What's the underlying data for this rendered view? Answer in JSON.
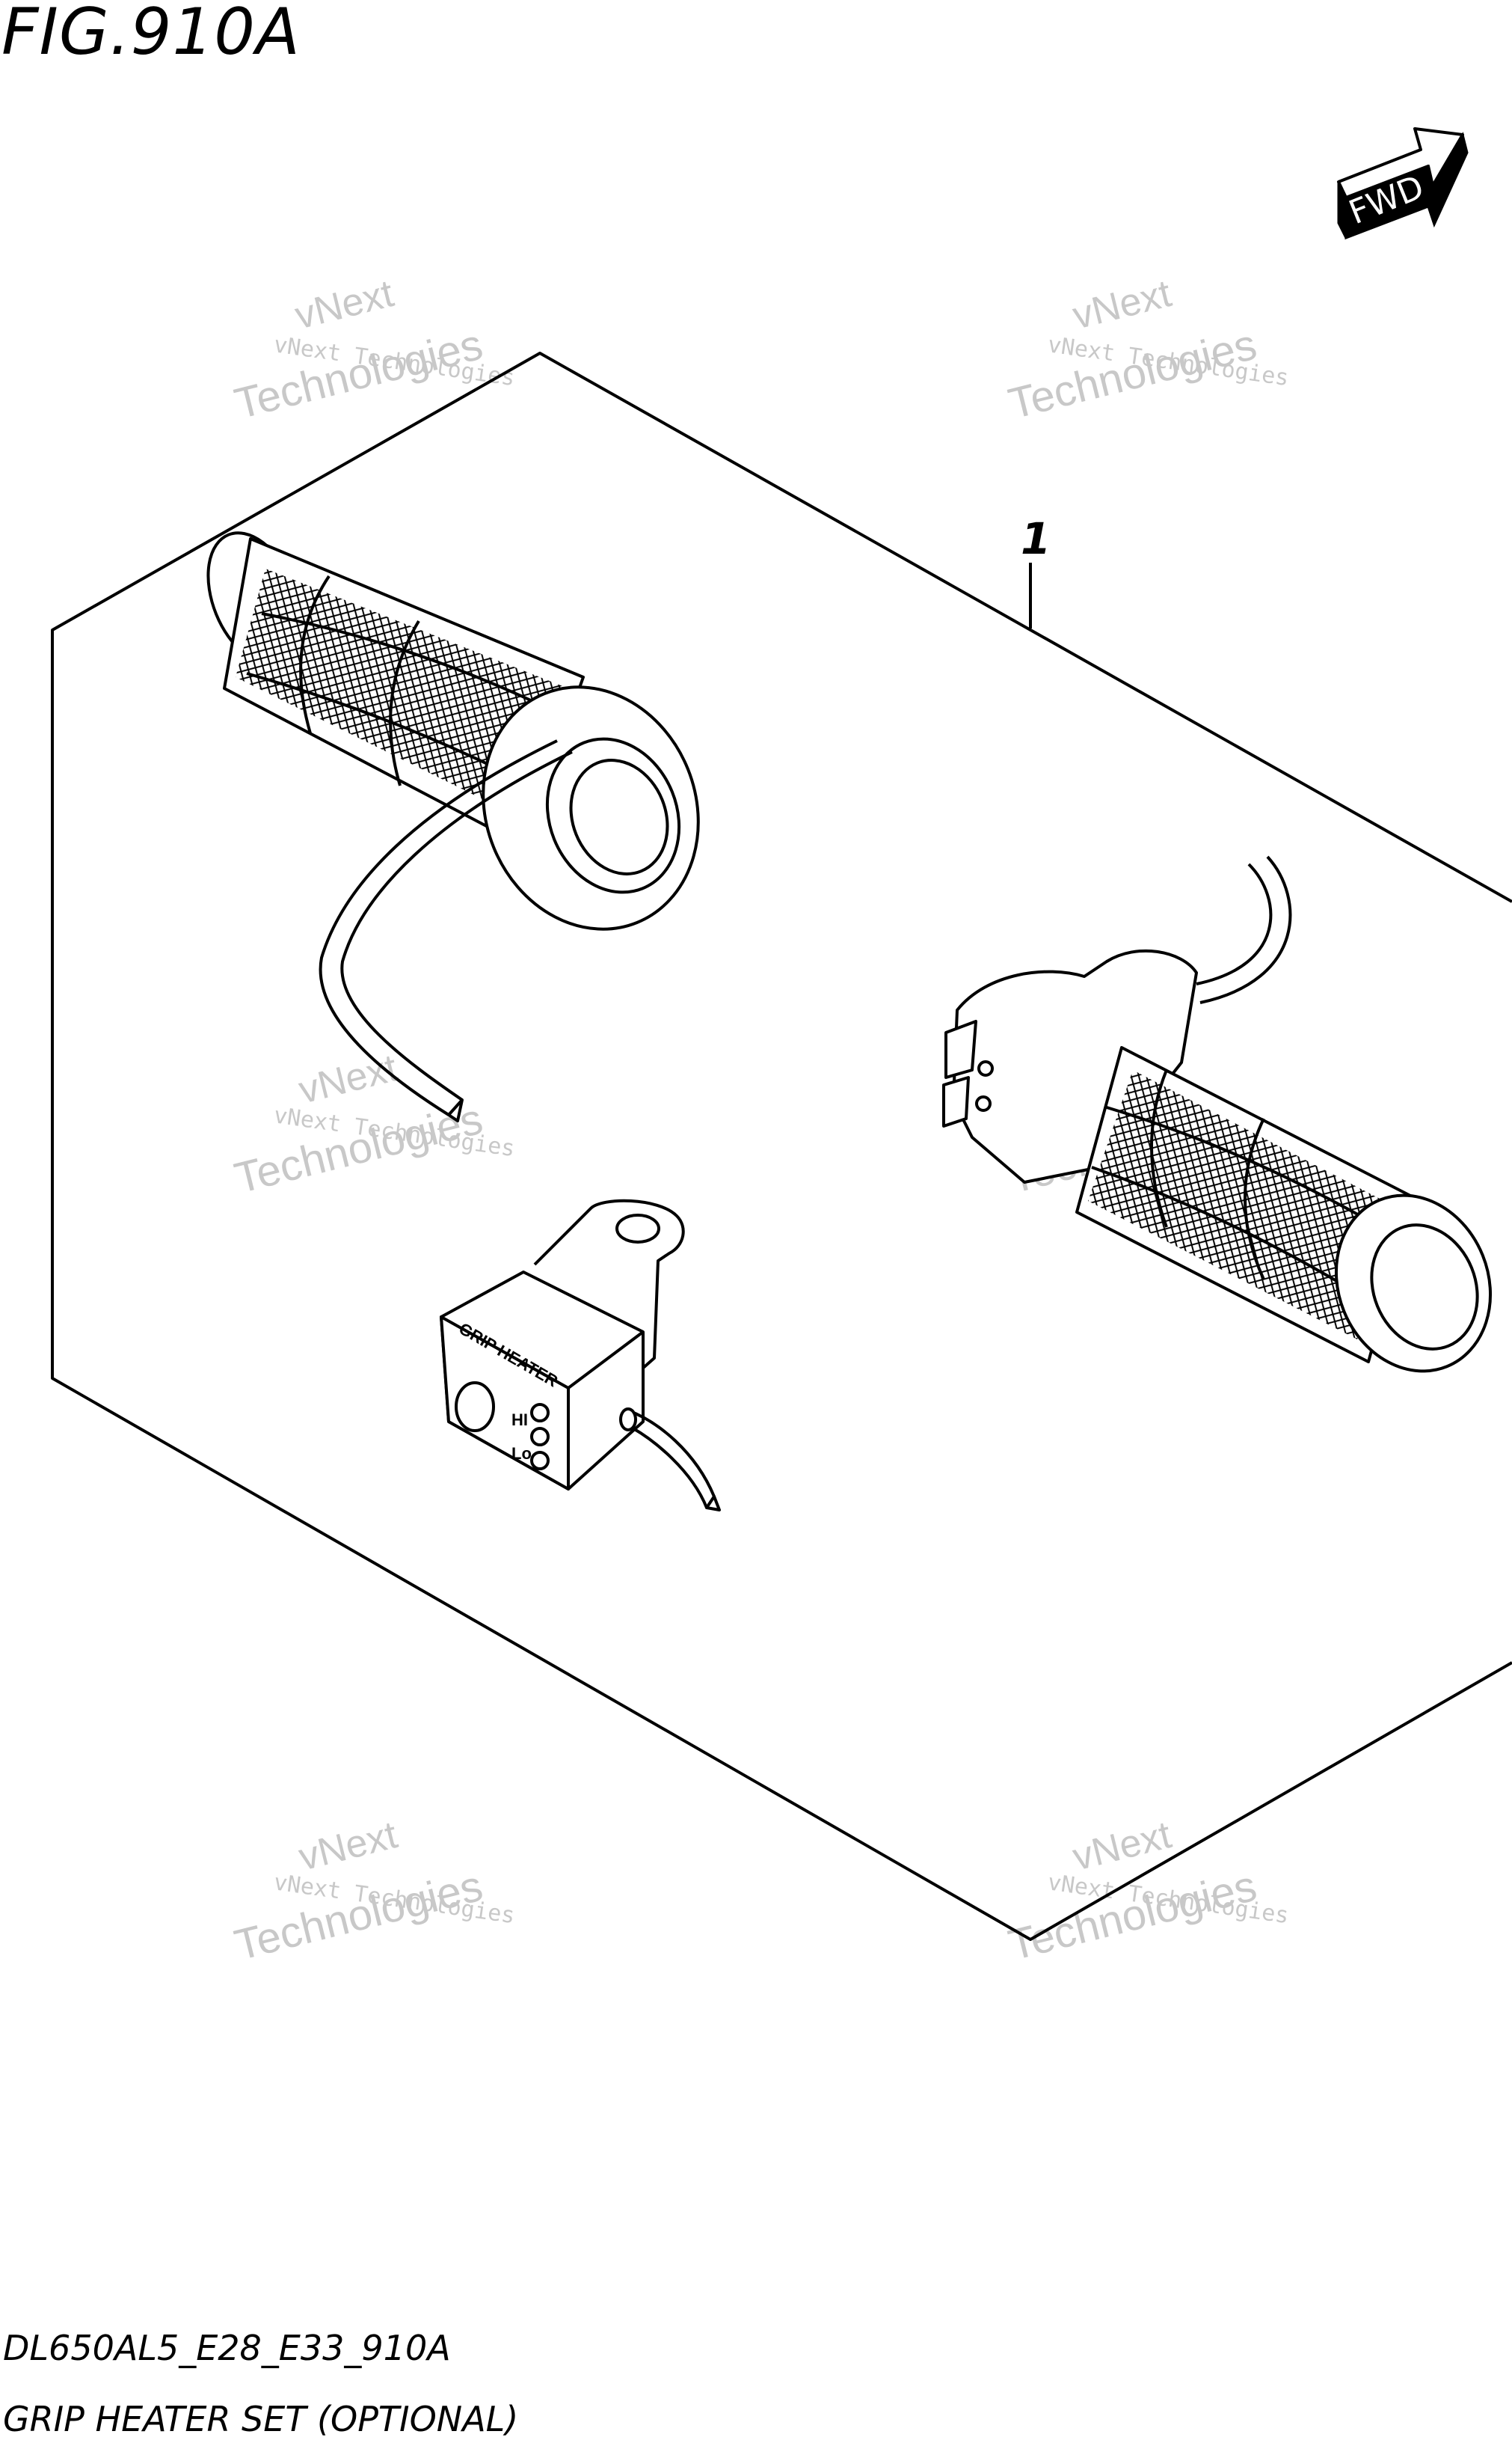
{
  "figure": {
    "title": "FIG.910A",
    "model_code": "DL650AL5_E28_E33_910A",
    "caption": "GRIP HEATER SET (OPTIONAL)"
  },
  "direction_badge": {
    "label": "FWD",
    "icon": "fwd-arrow-icon"
  },
  "callouts": [
    {
      "number": "1"
    }
  ],
  "switch_labels": {
    "name": "GRIP HEATER",
    "hi": "HI",
    "lo": "Lo"
  },
  "watermark": {
    "small_text": "vNext Technologies",
    "large_line1": "vNext",
    "large_line2": "Technologies",
    "color": "#c8c8c8"
  },
  "colors": {
    "line": "#000000",
    "background": "#ffffff"
  }
}
